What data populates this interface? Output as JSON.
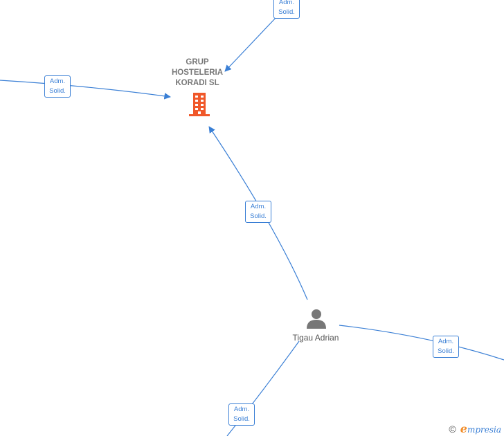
{
  "company": {
    "name_lines": [
      "GRUP",
      "HOSTELERIA",
      "KORADI  SL"
    ],
    "icon": "building-icon",
    "color": "#f0582a"
  },
  "person": {
    "name": "Tigau Adrian",
    "icon": "person-icon",
    "color": "#777777"
  },
  "relations": [
    {
      "line1": "Adm.",
      "line2": "Solid."
    },
    {
      "line1": "Adm.",
      "line2": "Solid."
    },
    {
      "line1": "Adm.",
      "line2": "Solid."
    },
    {
      "line1": "Adm.",
      "line2": "Solid."
    },
    {
      "line1": "Adm.",
      "line2": "Solid."
    }
  ],
  "edge_color": "#3a7fd5",
  "brand": {
    "copyright": "©",
    "initial": "e",
    "rest": "mpresia"
  }
}
